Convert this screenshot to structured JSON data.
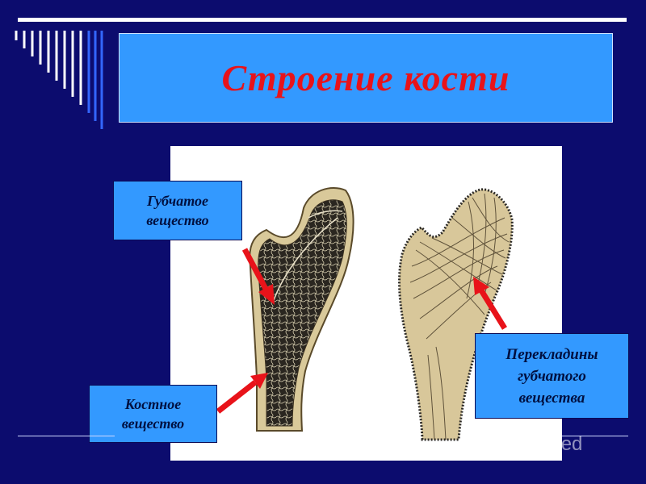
{
  "slide": {
    "title": "Строение кости"
  },
  "labels": {
    "spongy": "Губчатое\nвещество",
    "compact": "Костное\nвещество",
    "trabeculae": "Перекладины\nгубчатого\nвещества"
  },
  "watermark": {
    "text": "Shared",
    "icon": "presentation-chart-icon"
  },
  "colors": {
    "background": "#0c0c6e",
    "title_box": "#3399ff",
    "title_text": "#e8131a",
    "arrow": "#e8131a"
  }
}
